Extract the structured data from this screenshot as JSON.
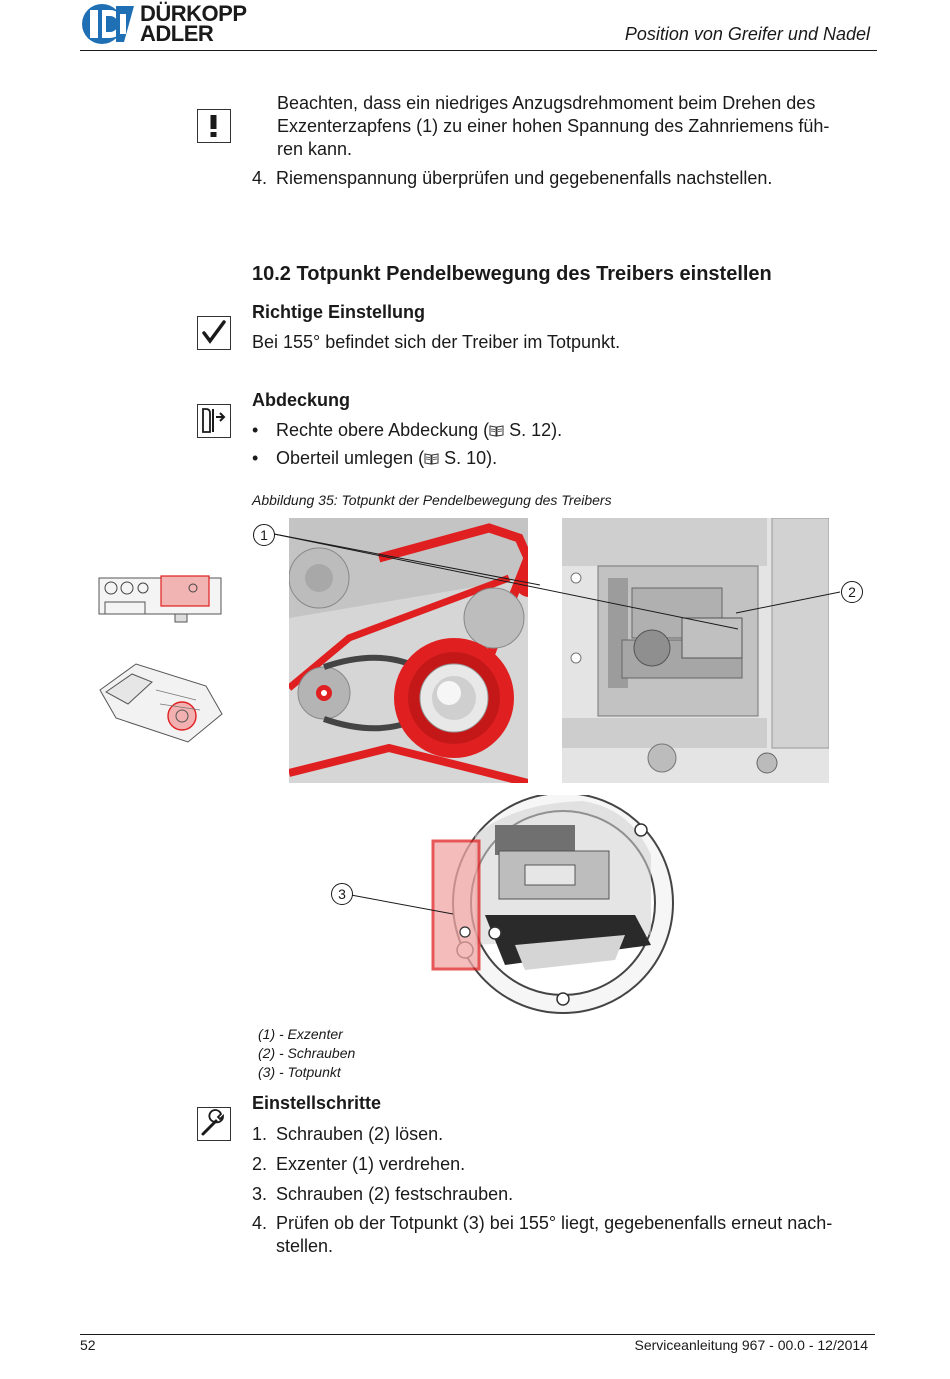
{
  "header": {
    "brand_line1": "DÜRKOPP",
    "brand_line2": "ADLER",
    "title": "Position von Greifer und Nadel"
  },
  "note": {
    "text_lines": [
      "Beachten, dass ein niedriges Anzugsdrehmoment beim Drehen des",
      "Exzenterzapfens (1) zu einer hohen Spannung des Zahnriemens füh-",
      "ren kann."
    ]
  },
  "step4_prev": {
    "num": "4.",
    "text": "Riemenspannung überprüfen und gegebenenfalls nachstellen."
  },
  "section": {
    "number": "10.2",
    "title": "Totpunkt Pendelbewegung des Treibers einstellen"
  },
  "correct_setting": {
    "heading": "Richtige Einstellung",
    "text": "Bei 155° befindet sich der Treiber im Totpunkt."
  },
  "cover": {
    "heading": "Abdeckung",
    "bullet": "•",
    "items": [
      {
        "before": "Rechte obere Abdeckung (",
        "after": " S. 12)."
      },
      {
        "before": "Oberteil umlegen (",
        "after": " S. 10)."
      }
    ]
  },
  "figure": {
    "caption": "Abbildung 35: Totpunkt der Pendelbewegung des Treibers",
    "callouts": [
      "1",
      "2",
      "3"
    ],
    "legend": [
      "(1) - Exzenter",
      "(2) - Schrauben",
      "(3) - Totpunkt"
    ]
  },
  "steps": {
    "heading": "Einstellschritte",
    "items": [
      {
        "num": "1.",
        "text": "Schrauben (2) lösen."
      },
      {
        "num": "2.",
        "text": "Exzenter (1) verdrehen."
      },
      {
        "num": "3.",
        "text": "Schrauben (2) festschrauben."
      },
      {
        "num": "4.",
        "text_line1": "Prüfen ob der Totpunkt (3) bei 155° liegt, gegebenenfalls erneut nach-",
        "text_line2": "stellen."
      }
    ]
  },
  "footer": {
    "page": "52",
    "doc": "Serviceanleitung 967 - 00.0 - 12/2014"
  },
  "colors": {
    "brand_blue": "#1f6fb5",
    "highlight_red": "#e02020"
  },
  "icons": [
    "warning-exclamation-icon",
    "checkmark-icon",
    "cover-icon",
    "wrench-icon",
    "book-reference-icon"
  ]
}
